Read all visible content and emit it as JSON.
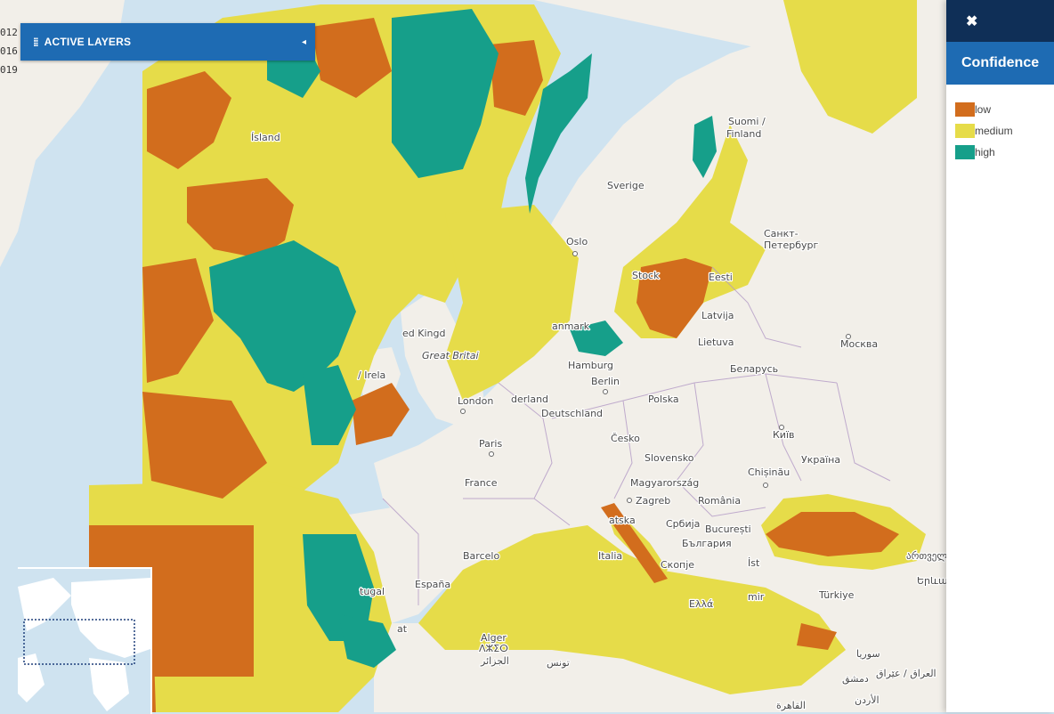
{
  "layers_panel": {
    "title": "ACTIVE LAYERS",
    "grip_icon": "grip-icon",
    "collapse_icon": "chevron-left-icon"
  },
  "legend": {
    "close_icon": "close-icon",
    "title": "Confidence",
    "items": [
      {
        "label": "low",
        "color": "#d26d1d"
      },
      {
        "label": "medium",
        "color": "#e6dc49"
      },
      {
        "label": "high",
        "color": "#169f8a"
      }
    ]
  },
  "coordinates_fragment": [
    "012",
    "016",
    "019"
  ],
  "map_labels": {
    "island": "Ísland",
    "suomi": "Suomi /",
    "finland": "Finland",
    "sverige": "Sverige",
    "oslo": "Oslo",
    "stockholm": "Stock",
    "eesti": "Eesti",
    "spb1": "Санкт-",
    "spb2": "Петербург",
    "latvija": "Latvija",
    "lietuva": "Lietuva",
    "moskva": "Москва",
    "belarus": "Беларусь",
    "kingdom": "ed Kingd",
    "great_britain": "Great Britai",
    "ireland": "/ Irela",
    "hamburg": "Hamburg",
    "berlin": "Berlin",
    "london": "London",
    "nederland": "derland",
    "deutschland": "Deutschland",
    "polska": "Polska",
    "danmark": "anmark",
    "paris": "Paris",
    "cesko": "Česko",
    "kyiv": "Київ",
    "slovensko": "Slovensko",
    "ukraina": "Україна",
    "france": "France",
    "magyarorszag": "Magyarország",
    "chisinau": "Chișinău",
    "zagreb": "Zagreb",
    "romania": "România",
    "hrvatska": "atska",
    "srbija": "Србија",
    "bucuresti": "București",
    "bulgaria": "България",
    "barcelona": "Barcelo",
    "italia": "Italia",
    "skopje": "Скопје",
    "istanbul": "İst",
    "georgia": "ართველ",
    "espana": "España",
    "portugal": "tugal",
    "turkiye": "Türkiye",
    "yerevan": "Երևան",
    "izmir": "mir",
    "ellada": "Ελλά",
    "alger1": "Alger",
    "alger2": "ⴷⵣⵉⵔ",
    "alger3": "الجزائر",
    "tunis": "تونس",
    "surya": "سوريا",
    "dimashq": "دمشق",
    "iraq": "العراق / عێراق",
    "urdun": "الأردن",
    "qahira": "القاهرة",
    "rabat": "at"
  }
}
